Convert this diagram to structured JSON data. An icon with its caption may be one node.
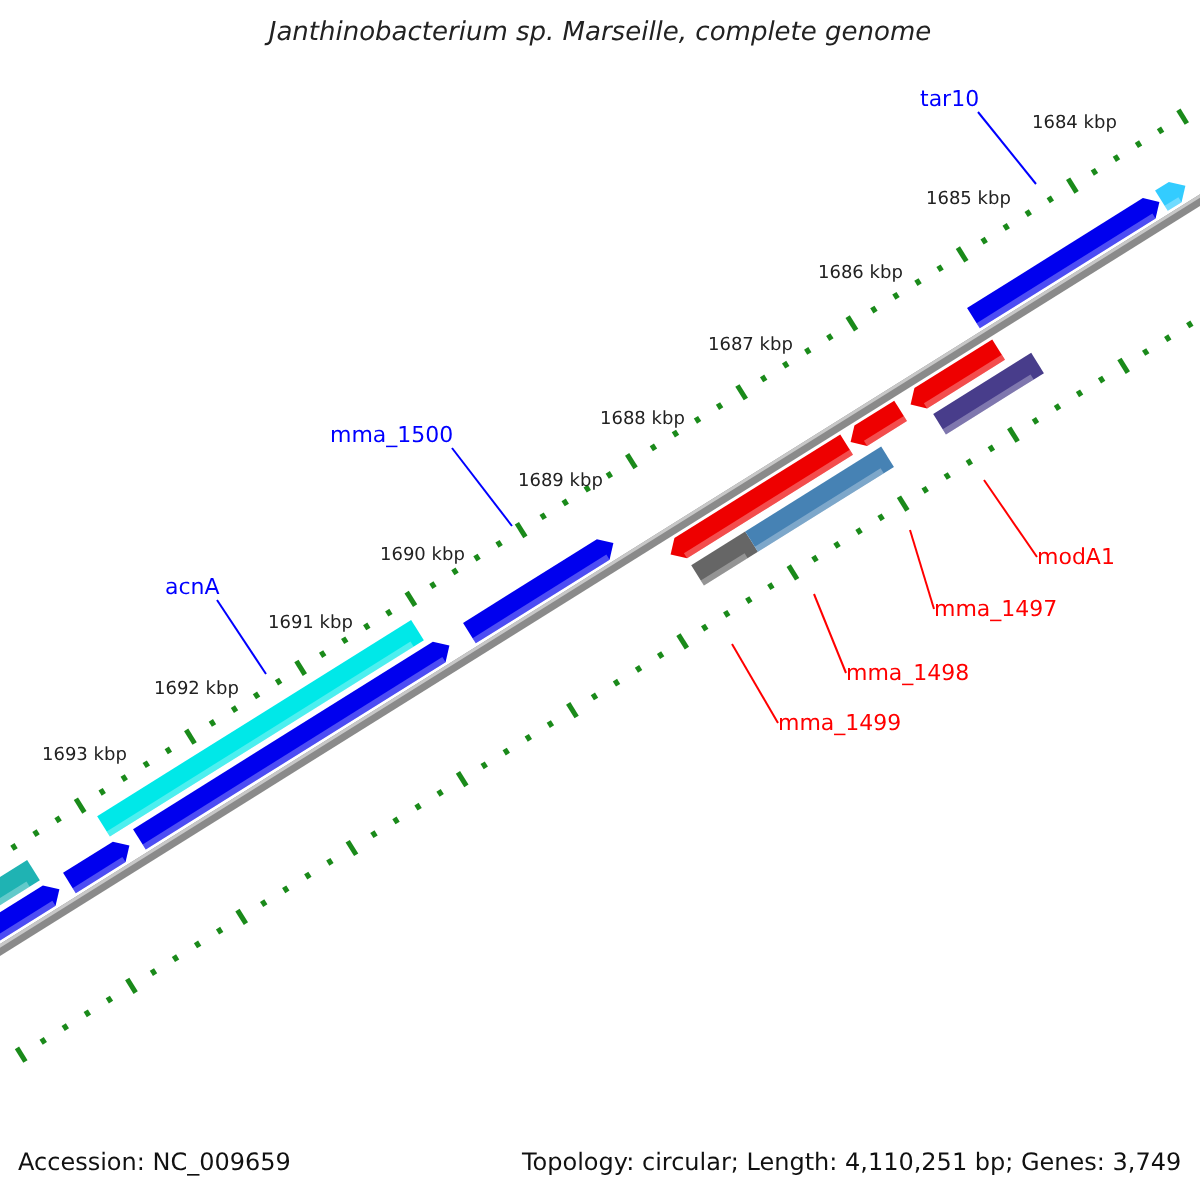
{
  "diagram": {
    "title": "Janthinobacterium sp. Marseille, complete genome",
    "nodes": [
      {
        "text": [
          "tar10"
        ]
      },
      {
        "text": [
          "mma_1500"
        ]
      },
      {
        "text": [
          "modA1"
        ]
      },
      {
        "text": [
          "acnA"
        ]
      },
      {
        "text": [
          "mma_1497"
        ]
      },
      {
        "text": [
          "mma_1498"
        ]
      },
      {
        "text": [
          "mma_1499"
        ]
      }
    ],
    "edges": [
      {
        "from": 0,
        "to": null,
        "arrow": "none",
        "color": "#0000ff"
      },
      {
        "from": 1,
        "to": null,
        "arrow": "none",
        "color": "#0000ff"
      },
      {
        "from": 2,
        "to": null,
        "arrow": "none",
        "color": "#ff0000"
      },
      {
        "from": 3,
        "to": null,
        "arrow": "none",
        "color": "#0000ff"
      },
      {
        "from": 4,
        "to": null,
        "arrow": "none",
        "color": "#ff0000"
      },
      {
        "from": 5,
        "to": null,
        "arrow": "none",
        "color": "#ff0000"
      },
      {
        "from": 6,
        "to": null,
        "arrow": "none",
        "color": "#ff0000"
      }
    ],
    "labels": [
      "1684 kbp",
      "1685 kbp",
      "1686 kbp",
      "1687 kbp",
      "1688 kbp",
      "1689 kbp",
      "1690 kbp",
      "1691 kbp",
      "1692 kbp",
      "1693 kbp",
      "Accession: NC_009659",
      "Topology: circular; Length: 4,110,251 bp; Genes: 3,749"
    ]
  }
}
